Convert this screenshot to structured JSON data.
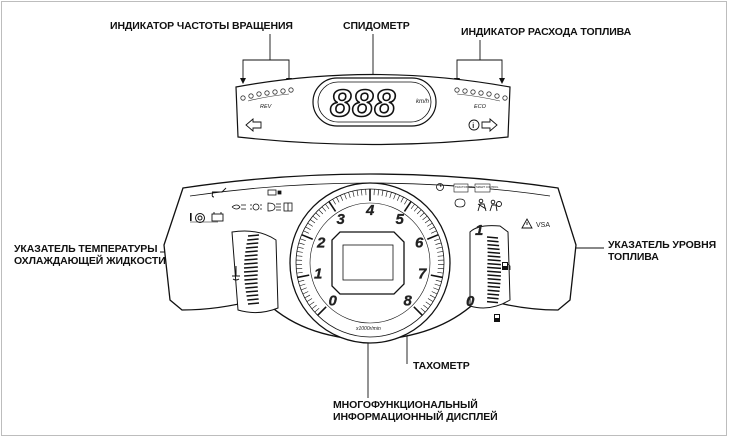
{
  "labels": {
    "rev_indicator": "ИНДИКАТОР ЧАСТОТЫ ВРАЩЕНИЯ",
    "speedometer": "СПИДОМЕТР",
    "fuel_consumption_indicator": "ИНДИКАТОР РАСХОДА ТОПЛИВА",
    "coolant_temp_line1": "УКАЗАТЕЛЬ ТЕМПЕРАТУРЫ",
    "coolant_temp_line2": "ОХЛАЖДАЮЩЕЙ ЖИДКОСТИ",
    "fuel_level_line1": "УКАЗАТЕЛЬ УРОВНЯ",
    "fuel_level_line2": "ТОПЛИВА",
    "tachometer": "ТАХОМЕТР",
    "mid_line1": "МНОГОФУНКЦИОНАЛЬНЫЙ",
    "mid_line2": "ИНФОРМАЦИОННЫЙ ДИСПЛЕЙ"
  },
  "upper_panel": {
    "speed_digits": "888",
    "speed_unit": "km/h",
    "rev_label": "REV",
    "eco_label": "ECO"
  },
  "tachometer": {
    "scale_numbers": [
      "0",
      "1",
      "2",
      "3",
      "4",
      "5",
      "6",
      "7",
      "8"
    ],
    "unit": "x1000r/min"
  },
  "fuel_gauge": {
    "full_mark": "1",
    "empty_mark": "0"
  },
  "indicators": {
    "vsa": "VSA",
    "tcs_left": "TRACTION\nOFF",
    "tcs_right": "SMART\nCONTROL"
  },
  "icons": [
    "left-arrow-icon",
    "right-arrow-icon",
    "info-icon",
    "oil-pressure-icon",
    "battery-icon",
    "brake-icon",
    "fog-light-icon",
    "high-beam-icon",
    "seatbelt-icon",
    "airbag-icon",
    "warning-triangle-icon",
    "fuel-pump-icon",
    "coolant-thermometer-icon",
    "check-engine-icon",
    "door-open-icon"
  ]
}
